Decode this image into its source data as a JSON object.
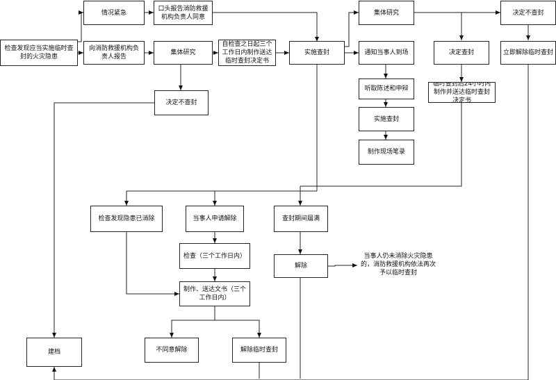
{
  "nodes": {
    "check_found": "检查发现应当实施临时查封的火灾隐患",
    "urgent": "情况紧急",
    "oral_report": "口头报告消防救援机构负责人同意",
    "report_head": "向消防救援机构负责人报告",
    "collective_1": "集体研究",
    "make_decision_3days": "自检查之日起三个工作日内制作送达临时查封决定书",
    "implement_seal": "实施查封",
    "collective_2": "集体研究",
    "not_seal_top": "决定不查封",
    "notify_party": "通知当事人到场",
    "decide_seal": "决定查封",
    "lift_immediately": "立即解除临时查封",
    "hear_statement": "听取陈述和申辩",
    "deliver_24h": "临时查封后24小时内制作并送达临时查封决定书",
    "implement_seal_2": "实施查封",
    "make_record": "制作现场笔录",
    "not_seal_left": "决定不查封",
    "hazard_cleared": "检查发现隐患已消除",
    "party_apply": "当事人申请解除",
    "period_expired": "查封期间届满",
    "inspect_3days": "检查（三个工作日内）",
    "release": "解除",
    "reseal_note": "当事人仍未消除火灾隐患的，消防救援机构依法再次予以临时查封",
    "make_deliver_doc": "制作、送达文书（三个工作日内）",
    "archive": "建档",
    "not_agree_release": "不同意解除",
    "release_seal": "解除临时查封"
  }
}
